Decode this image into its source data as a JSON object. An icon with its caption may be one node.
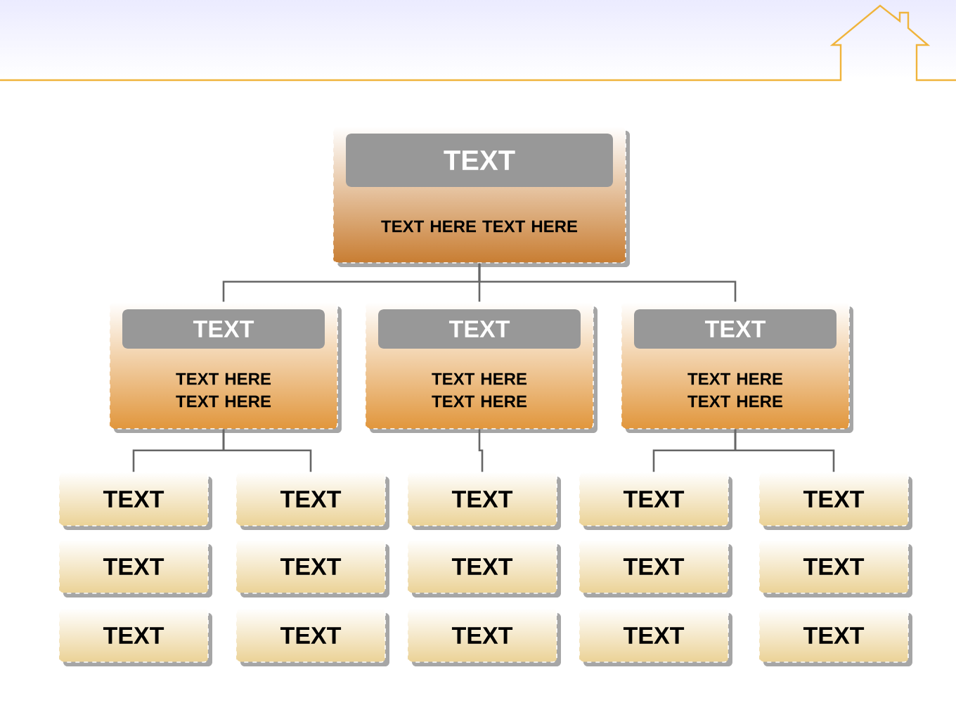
{
  "diagram": {
    "nodes": [
      {
        "text": [
          "TEXT",
          "TEXT HERE TEXT HERE"
        ]
      },
      {
        "text": [
          "TEXT",
          "TEXT HERE TEXT HERE"
        ]
      },
      {
        "text": [
          "TEXT",
          "TEXT HERE TEXT HERE"
        ]
      },
      {
        "text": [
          "TEXT",
          "TEXT HERE TEXT HERE"
        ]
      },
      {
        "text": [
          "TEXT"
        ]
      },
      {
        "text": [
          "TEXT"
        ]
      },
      {
        "text": [
          "TEXT"
        ]
      },
      {
        "text": [
          "TEXT"
        ]
      },
      {
        "text": [
          "TEXT"
        ]
      },
      {
        "text": [
          "TEXT"
        ]
      },
      {
        "text": [
          "TEXT"
        ]
      },
      {
        "text": [
          "TEXT"
        ]
      },
      {
        "text": [
          "TEXT"
        ]
      },
      {
        "text": [
          "TEXT"
        ]
      },
      {
        "text": [
          "TEXT"
        ]
      },
      {
        "text": [
          "TEXT"
        ]
      },
      {
        "text": [
          "TEXT"
        ]
      },
      {
        "text": [
          "TEXT"
        ]
      },
      {
        "text": [
          "TEXT"
        ]
      }
    ],
    "edges": [
      {
        "from": 0,
        "to": 1,
        "arrow": "none"
      },
      {
        "from": 0,
        "to": 2,
        "arrow": "none"
      },
      {
        "from": 0,
        "to": 3,
        "arrow": "none"
      },
      {
        "from": 1,
        "to": 4,
        "arrow": "none"
      },
      {
        "from": 1,
        "to": 5,
        "arrow": "none"
      },
      {
        "from": 2,
        "to": 6,
        "arrow": "none"
      },
      {
        "from": 3,
        "to": 7,
        "arrow": "none"
      },
      {
        "from": 3,
        "to": 8,
        "arrow": "none"
      }
    ]
  }
}
